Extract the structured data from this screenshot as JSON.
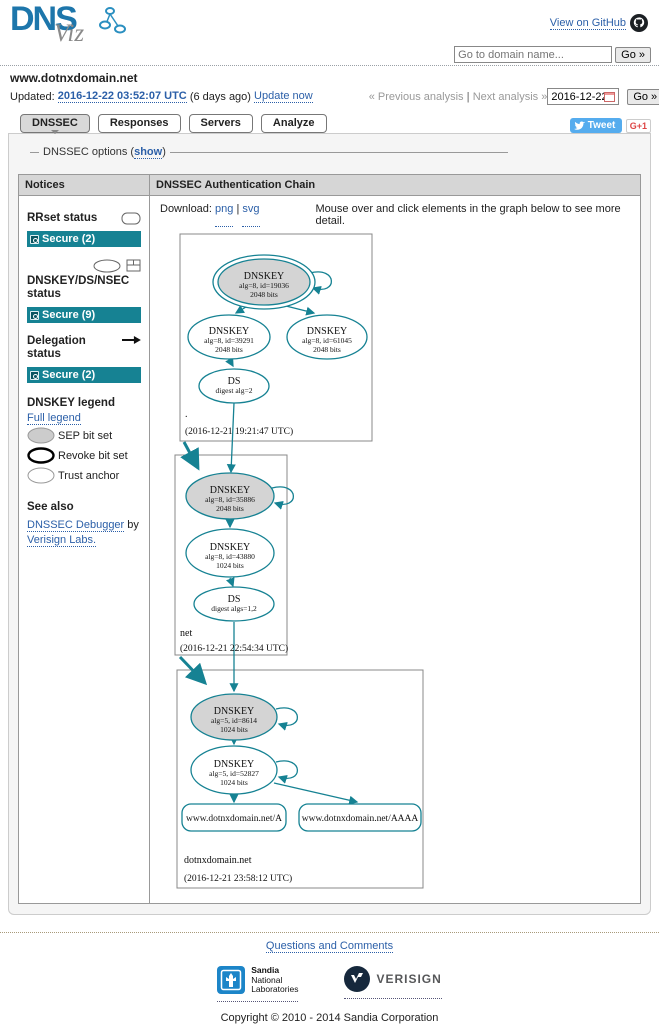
{
  "colors": {
    "secure_teal": "#168293",
    "link_blue": "#2b5fa8",
    "logo_blue": "#1d76ab",
    "edge_teal": "#168293"
  },
  "header": {
    "logo_dns": "DNS",
    "logo_viz": "Viz",
    "github_link": "View on GitHub",
    "search": {
      "placeholder": "Go to domain name...",
      "go_label": "Go »"
    }
  },
  "domain_bar": {
    "domain": "www.dotnxdomain.net",
    "updated_label": "Updated:",
    "updated_time": "2016-12-22 03:52:07 UTC",
    "updated_ago": "(6 days ago)",
    "update_now": "Update now",
    "prev": "« Previous analysis",
    "sep": "|",
    "next": "Next analysis »",
    "date_value": "2016-12-22",
    "go_label": "Go »"
  },
  "tabs": {
    "dnssec": "DNSSEC",
    "responses": "Responses",
    "servers": "Servers",
    "analyze": "Analyze"
  },
  "social": {
    "tweet": "Tweet",
    "gplus": "G+1"
  },
  "options": {
    "prefix": "DNSSEC options (",
    "show": "show",
    "suffix": ")"
  },
  "notices": {
    "header": "Notices",
    "rrset": {
      "heading": "RRset status",
      "status": "Secure (2)"
    },
    "dnskey": {
      "heading": "DNSKEY/DS/NSEC status",
      "status": "Secure (9)"
    },
    "delegation": {
      "heading": "Delegation status",
      "status": "Secure (2)"
    },
    "legend": {
      "heading": "DNSKEY legend",
      "full": "Full legend",
      "sep": "SEP bit set",
      "revoke": "Revoke bit set",
      "trust": "Trust anchor"
    },
    "see_also": {
      "heading": "See also",
      "debugger": "DNSSEC Debugger",
      "by": "by",
      "verisign": "Verisign Labs."
    }
  },
  "main": {
    "title": "DNSSEC Authentication Chain",
    "download_label": "Download:",
    "png": "png",
    "pipe": "|",
    "svg": "svg",
    "hint": "Mouse over and click elements in the graph below to see more detail."
  },
  "graph": {
    "zones": [
      {
        "label": ".",
        "timestamp": "(2016-12-21 19:21:47 UTC)",
        "ksk": {
          "t": "DNSKEY",
          "a": "alg=8, id=19036",
          "b": "2048 bits"
        },
        "zsk1": {
          "t": "DNSKEY",
          "a": "alg=8, id=39291",
          "b": "2048 bits"
        },
        "zsk2": {
          "t": "DNSKEY",
          "a": "alg=8, id=61045",
          "b": "2048 bits"
        },
        "ds": {
          "t": "DS",
          "a": "digest alg=2"
        }
      },
      {
        "label": "net",
        "timestamp": "(2016-12-21 22:54:34 UTC)",
        "ksk": {
          "t": "DNSKEY",
          "a": "alg=8, id=35886",
          "b": "2048 bits"
        },
        "zsk1": {
          "t": "DNSKEY",
          "a": "alg=8, id=43880",
          "b": "1024 bits"
        },
        "ds": {
          "t": "DS",
          "a": "digest algs=1,2"
        }
      },
      {
        "label": "dotnxdomain.net",
        "timestamp": "(2016-12-21 23:58:12 UTC)",
        "ksk": {
          "t": "DNSKEY",
          "a": "alg=5, id=8614",
          "b": "1024 bits"
        },
        "zsk1": {
          "t": "DNSKEY",
          "a": "alg=5, id=52827",
          "b": "1024 bits"
        },
        "records": [
          "www.dotnxdomain.net/A",
          "www.dotnxdomain.net/AAAA"
        ]
      }
    ]
  },
  "footer": {
    "questions": "Questions and Comments",
    "sandia_l1": "Sandia",
    "sandia_l2": "National",
    "sandia_l3": "Laboratories",
    "verisign": "VERISIGN",
    "copyright": "Copyright © 2010 - 2014 Sandia Corporation"
  }
}
